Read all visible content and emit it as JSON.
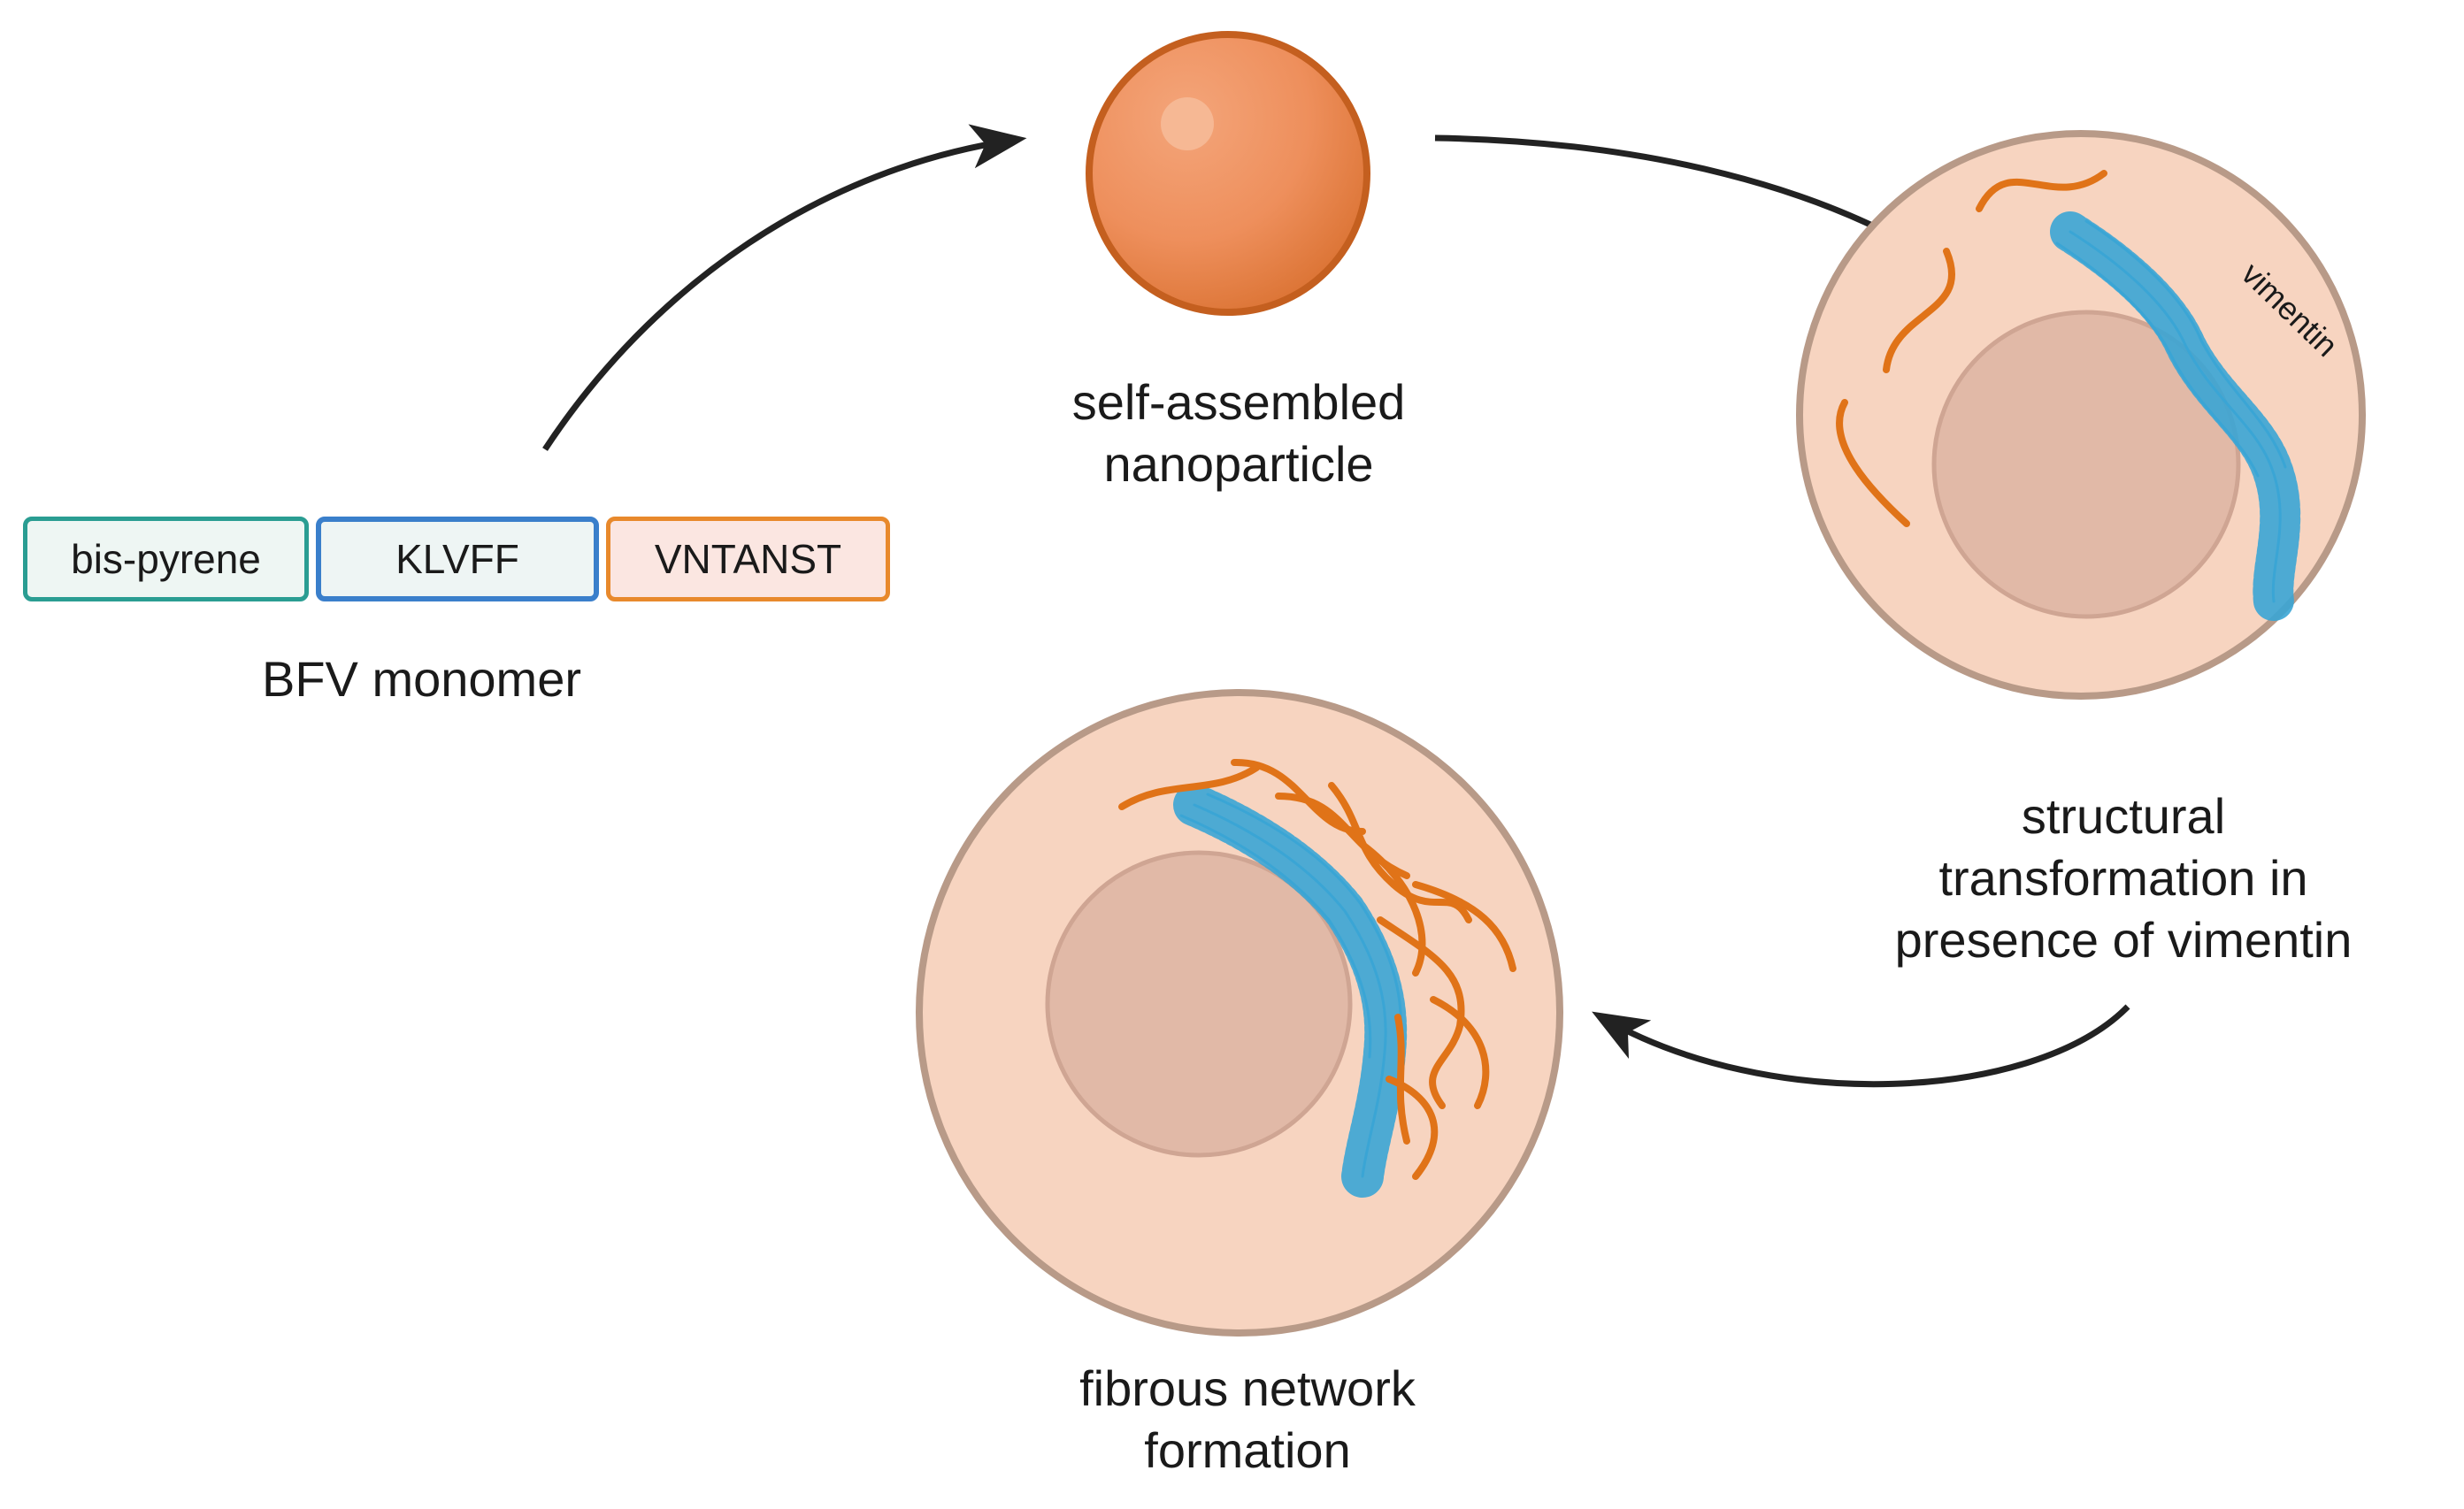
{
  "monomer": {
    "segments": [
      "bis-pyrene",
      "KLVFF",
      "VNTANST"
    ],
    "label": "BFV monomer"
  },
  "nanoparticle": {
    "label_line1": "self-assembled",
    "label_line2": "nanoparticle"
  },
  "cell_transform": {
    "vimentin_label": "vimentin",
    "label_line1": "structural",
    "label_line2": "transformation in",
    "label_line3": "presence of vimentin"
  },
  "cell_network": {
    "label_line1": "fibrous network",
    "label_line2": "formation"
  },
  "colors": {
    "peptide": "#e07318",
    "vimentin": "#3aa5d5",
    "cell_fill": "#f7d4c0",
    "cell_border": "#b89a88",
    "nucleus": "#e1b9a7",
    "arrow": "#222222",
    "sphere": "#ef9060"
  }
}
